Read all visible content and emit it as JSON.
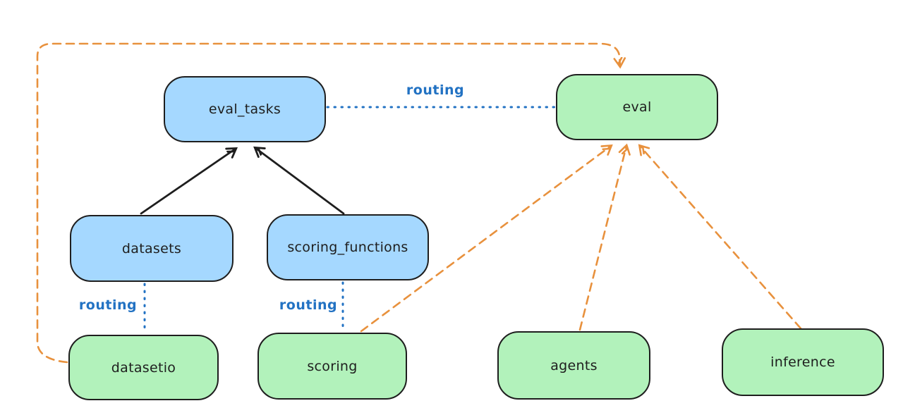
{
  "diagram": {
    "nodes": [
      {
        "id": "eval_tasks",
        "label": "eval_tasks",
        "color": "blue"
      },
      {
        "id": "eval",
        "label": "eval",
        "color": "green"
      },
      {
        "id": "datasets",
        "label": "datasets",
        "color": "blue"
      },
      {
        "id": "scoring_functions",
        "label": "scoring_functions",
        "color": "blue"
      },
      {
        "id": "datasetio",
        "label": "datasetio",
        "color": "green"
      },
      {
        "id": "scoring",
        "label": "scoring",
        "color": "green"
      },
      {
        "id": "agents",
        "label": "agents",
        "color": "green"
      },
      {
        "id": "inference",
        "label": "inference",
        "color": "green"
      }
    ],
    "edges": [
      {
        "from": "datasets",
        "to": "eval_tasks",
        "style": "solid-black-arrow",
        "label": ""
      },
      {
        "from": "scoring_functions",
        "to": "eval_tasks",
        "style": "solid-black-arrow",
        "label": ""
      },
      {
        "from": "eval_tasks",
        "to": "eval",
        "style": "dotted-blue",
        "label": "routing"
      },
      {
        "from": "datasets",
        "to": "datasetio",
        "style": "dotted-blue",
        "label": "routing"
      },
      {
        "from": "scoring_functions",
        "to": "scoring",
        "style": "dotted-blue",
        "label": "routing"
      },
      {
        "from": "datasetio",
        "to": "eval",
        "style": "dashed-orange-arrow",
        "label": ""
      },
      {
        "from": "scoring",
        "to": "eval",
        "style": "dashed-orange-arrow",
        "label": ""
      },
      {
        "from": "agents",
        "to": "eval",
        "style": "dashed-orange-arrow",
        "label": ""
      },
      {
        "from": "inference",
        "to": "eval",
        "style": "dashed-orange-arrow",
        "label": ""
      }
    ],
    "edge_labels": {
      "eval_tasks_eval": "routing",
      "datasets_datasetio": "routing",
      "scoring_functions_scoring": "routing"
    },
    "colors": {
      "background": "#ffffff",
      "node_stroke": "#1e1e1e",
      "blue_node_fill": "#a5d8ff",
      "green_node_fill": "#b2f2bb",
      "routing_blue": "#2272c3",
      "orange_dashed": "#e8913d",
      "black_arrow": "#1e1e1e"
    }
  }
}
